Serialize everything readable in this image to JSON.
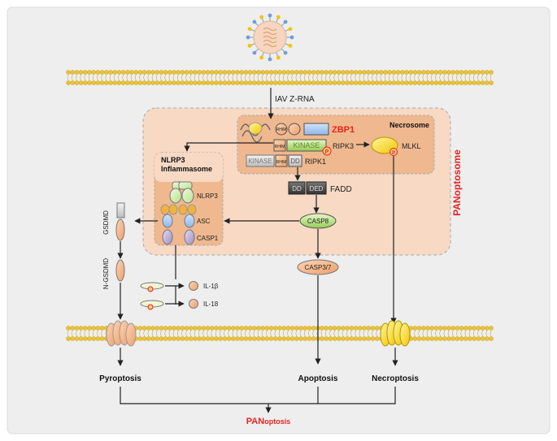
{
  "virus_signal": "IAV Z-RNA",
  "panoptosome_label": "PANoptosome",
  "necrosome_label": "Necrosome",
  "inflammasome": {
    "title1": "NLRP3",
    "title2": "Inflammasome",
    "nlrp3": "NLRP3",
    "asc": "ASC",
    "casp1": "CASP1"
  },
  "zbp1": "ZBP1",
  "kinase1": "KINASE",
  "kinase2": "KINASE",
  "rhim1": "RHIM",
  "rhim2": "RHIM",
  "rhim3": "RHIM",
  "dd1": "DD",
  "dd2": "DD",
  "ded": "DED",
  "phospho": "P",
  "ripk3": "RIPK3",
  "ripk1": "RIPK1",
  "fadd": "FADD",
  "mlkl": "MLKL",
  "casp8": "CASP8",
  "casp37": "CASP3/7",
  "gsdmd": "GSDMD",
  "n_gsdmd": "N-GSDMD",
  "il1b": "IL-1β",
  "il18": "IL-18",
  "pyroptosis": "Pyroptosis",
  "apoptosis": "Apoptosis",
  "necroptosis": "Necroptosis",
  "panoptosis_prefix": "PAN",
  "panoptosis_suffix": "optosis",
  "colors": {
    "red": "#e8231f",
    "membrane": "#e9c33a",
    "pink_bg": "#f7d9c4",
    "orange": "#f1b890"
  }
}
